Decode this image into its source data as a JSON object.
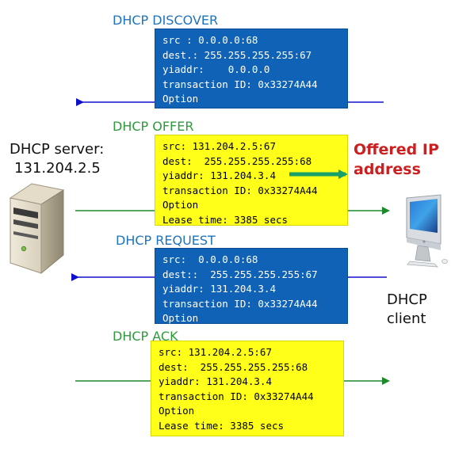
{
  "colors": {
    "blue_box": "#0f62b5",
    "yellow_box": "#ffff1a",
    "blue_heading": "#1e73be",
    "green_heading": "#2e9a3c",
    "blue_arrow": "#1010cc",
    "green_arrow": "#1a8a2a",
    "offered_label": "#cc1f1f"
  },
  "server": {
    "label_line1": "DHCP server:",
    "label_line2": "131.204.2.5",
    "icon": "server-tower-icon"
  },
  "client": {
    "label_line1": "DHCP",
    "label_line2": "client",
    "icon": "desktop-computer-icon"
  },
  "offered_label": {
    "line1": "Offered IP",
    "line2": "address"
  },
  "messages": [
    {
      "title": "DHCP DISCOVER",
      "direction": "client-to-server",
      "lines": [
        "src : 0.0.0.0:68",
        "dest.: 255.255.255.255:67",
        "yiaddr:    0.0.0.0",
        "transaction ID: 0x33274A44",
        "Option"
      ]
    },
    {
      "title": "DHCP OFFER",
      "direction": "server-to-client",
      "lines": [
        "src: 131.204.2.5:67",
        "dest:  255.255.255.255:68",
        "yiaddr: 131.204.3.4",
        "transaction ID: 0x33274A44",
        "Option",
        "Lease time: 3385 secs"
      ]
    },
    {
      "title": "DHCP REQUEST",
      "direction": "client-to-server",
      "lines": [
        "src:  0.0.0.0:68",
        "dest::  255.255.255.255:67",
        "yiaddr: 131.204.3.4",
        "transaction ID: 0x33274A44",
        "Option"
      ]
    },
    {
      "title": "DHCP ACK",
      "direction": "server-to-client",
      "lines": [
        "src: 131.204.2.5:67",
        "dest:  255.255.255.255:68",
        "yiaddr: 131.204.3.4",
        "transaction ID: 0x33274A44",
        "Option",
        "Lease time: 3385 secs"
      ]
    }
  ]
}
